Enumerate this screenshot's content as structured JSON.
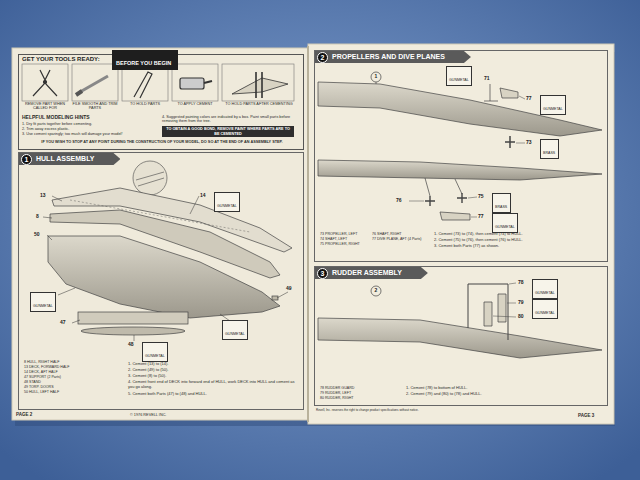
{
  "diagram": {
    "nodes": [
      {
        "text": [
          "GET YOUR TOOLS READY:"
        ]
      },
      {
        "text": [
          "BEFORE YOU BEGIN"
        ],
        "in": 0
      },
      {
        "text": [
          "TO OBTAIN A GOOD BOND, REMOVE PAINT WHERE PARTS ARE TO BE CEMENTED"
        ],
        "in": 0
      },
      {
        "text": [
          "1",
          "HULL ASSEMBLY"
        ]
      },
      {
        "text": [
          "GUNMETAL"
        ],
        "in": 3
      },
      {
        "text": [
          "GUNMETAL"
        ],
        "in": 3
      },
      {
        "text": [
          "GUNMETAL"
        ],
        "in": 3
      },
      {
        "text": [
          "GUNMETAL"
        ],
        "in": 3
      },
      {
        "text": [
          "2",
          "PROPELLERS AND DIVE PLANES"
        ]
      },
      {
        "text": [
          "GUNMETAL"
        ],
        "in": 8
      },
      {
        "text": [
          "GUNMETAL"
        ],
        "in": 8
      },
      {
        "text": [
          "BRASS"
        ],
        "in": 8
      },
      {
        "text": [
          "BRASS"
        ],
        "in": 8
      },
      {
        "text": [
          "GUNMETAL"
        ],
        "in": 8
      },
      {
        "text": [
          "3",
          "RUDDER ASSEMBLY"
        ]
      },
      {
        "text": [
          "GUNMETAL"
        ],
        "in": 14
      },
      {
        "text": [
          "GUNMETAL"
        ],
        "in": 14
      }
    ],
    "labels": [
      "REMOVE PART WHEN CALLED FOR",
      "FILE SMOOTH AND TRIM PARTS",
      "TO HOLD PARTS",
      "TO APPLY CEMENT",
      "TO HOLD PARTS AFTER CEMENTING",
      "HELPFUL MODELING HINTS",
      "1. Dry fit parts together before cementing.",
      "2. Trim away excess plastic.",
      "3. Use cement sparingly; too much will damage your model!",
      "4. Suggested painting colors are indicated by a box. Paint small parts before removing them from the tree.",
      "IF YOU WISH TO STOP AT ANY POINT DURING THE CONSTRUCTION OF YOUR MODEL, DO SO AT THE END OF AN ASSEMBLY STEP.",
      "13",
      "14",
      "8",
      "50",
      "49",
      "47",
      "48",
      "8 HULL, RIGHT HALF",
      "13 DECK, FORWARD HALF",
      "14 DECK, AFT HALF",
      "47 SUPPORT (2 Parts)",
      "48 STAND",
      "49 TORP. DOORS",
      "50 HULL, LEFT HALF",
      "1. Cement (13) to (14).",
      "2. Cement (49) to (50).",
      "3. Cement (8) to (50).",
      "4. Cement front end of DECK into forward end of HULL, work DECK into HULL and cement as you go along.",
      "5. Cement both Parts (47) to (48) and HULL.",
      "PAGE 2",
      "© 1976 REVELL INC.",
      "1",
      "71",
      "77",
      "73",
      "76",
      "75",
      "77",
      "73 PROPELLER, LEFT",
      "74 SHAFT, LEFT",
      "75 PROPELLER, RIGHT",
      "76 SHAFT, RIGHT",
      "77 DIVE PLANE, AFT (4 Parts)",
      "1. Cement (73) to (74), then cement (74) to HULL.",
      "2. Cement (75) to (76), then cement (76) to HULL.",
      "3. Cement both Parts (77) as shown.",
      "2",
      "78",
      "79",
      "80",
      "78 RUDDER GUARD",
      "79 RUDDER, LEFT",
      "80 RUDDER, RIGHT",
      "1. Cement (78) to bottom of HULL.",
      "2. Cement (79) and (80) to (78) and HULL.",
      "Revell, Inc. reserves the right to change product specifications without notice.",
      "PAGE 3"
    ]
  }
}
